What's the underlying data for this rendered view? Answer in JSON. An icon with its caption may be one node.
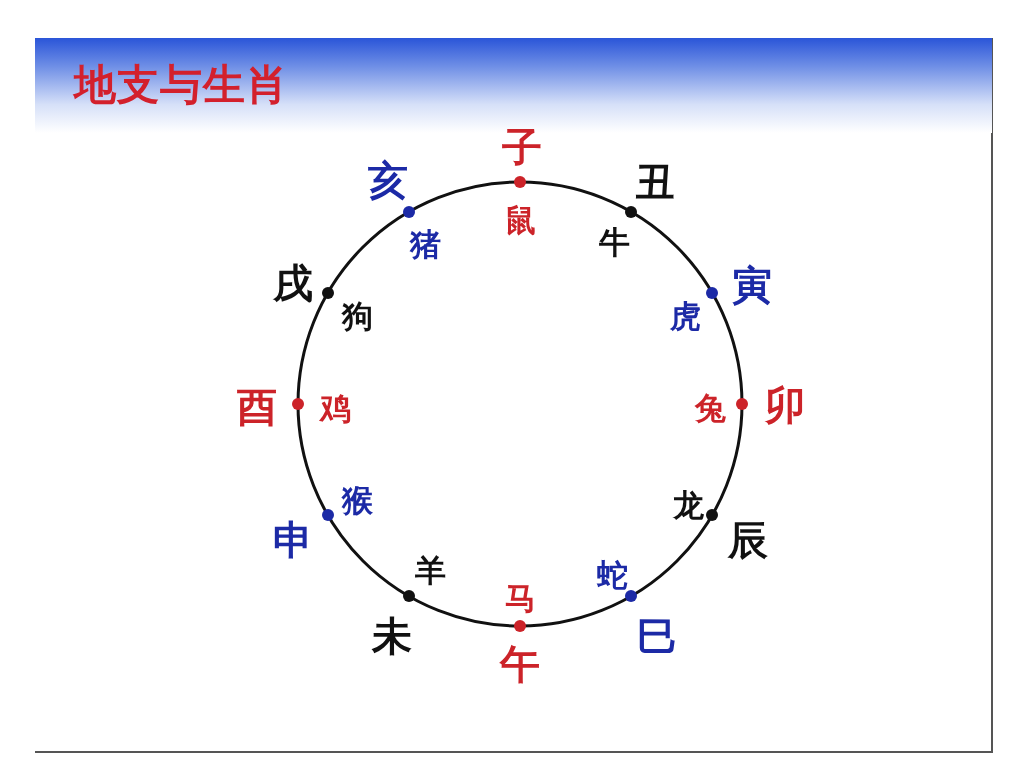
{
  "diagram": {
    "title": "地支与生肖",
    "labels": [
      "子",
      "鼠",
      "丑",
      "牛",
      "寅",
      "虎",
      "卯",
      "兔",
      "辰",
      "龙",
      "巳",
      "蛇",
      "午",
      "马",
      "未",
      "羊",
      "申",
      "猴",
      "酉",
      "鸡",
      "戌",
      "狗",
      "亥",
      "猪"
    ]
  }
}
